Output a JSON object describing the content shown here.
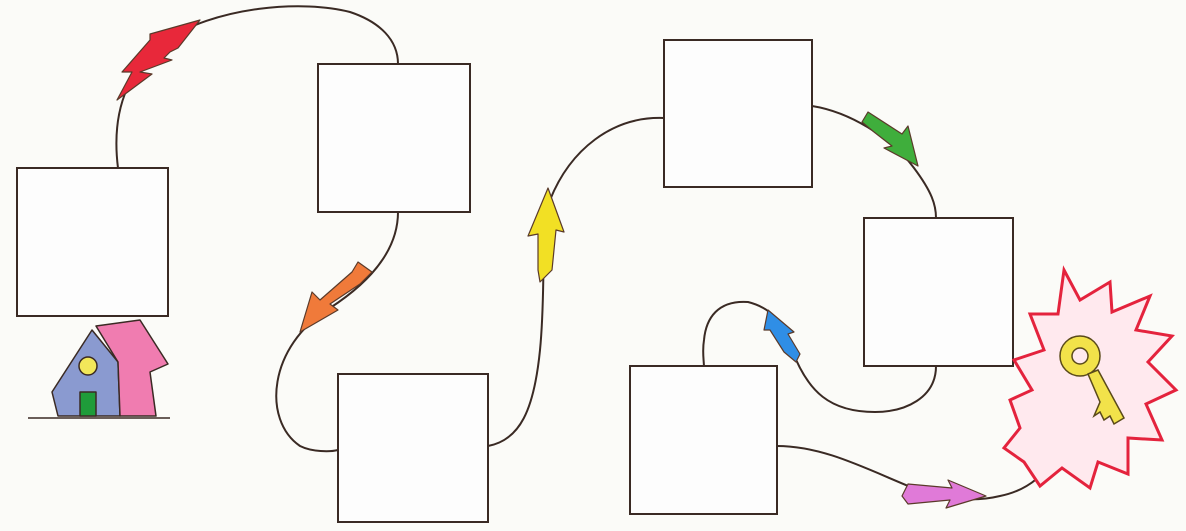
{
  "diagram": {
    "type": "sequence-path",
    "start": "house-icon",
    "end": "key-icon",
    "boxes": [
      {
        "id": "box-1",
        "label": ""
      },
      {
        "id": "box-2",
        "label": ""
      },
      {
        "id": "box-3",
        "label": ""
      },
      {
        "id": "box-4",
        "label": ""
      },
      {
        "id": "box-5",
        "label": ""
      },
      {
        "id": "box-6",
        "label": ""
      }
    ],
    "arrows": [
      {
        "id": "arrow-1",
        "from": "box-1",
        "to": "box-2",
        "color": "#e8283a"
      },
      {
        "id": "arrow-2",
        "from": "box-2",
        "to": "box-3",
        "color": "#f07a3a"
      },
      {
        "id": "arrow-3",
        "from": "box-3",
        "to": "box-4",
        "color": "#f2e024"
      },
      {
        "id": "arrow-4",
        "from": "box-4",
        "to": "box-5",
        "color": "#3fae3c"
      },
      {
        "id": "arrow-5",
        "from": "box-5",
        "to": "box-6",
        "color": "#2f8ee6"
      },
      {
        "id": "arrow-6",
        "from": "box-6",
        "to": "key",
        "color": "#e07ad8"
      }
    ]
  },
  "colors": {
    "background": "#fbfbf8",
    "line": "#3a2a24",
    "house_roof": "#f07cb0",
    "house_wall": "#8a9ad0",
    "house_door": "#1f9c3a",
    "house_window": "#f2e75a",
    "key": "#f2e24a",
    "burst_fill": "#ffe9ee",
    "burst_stroke": "#e4233d"
  }
}
